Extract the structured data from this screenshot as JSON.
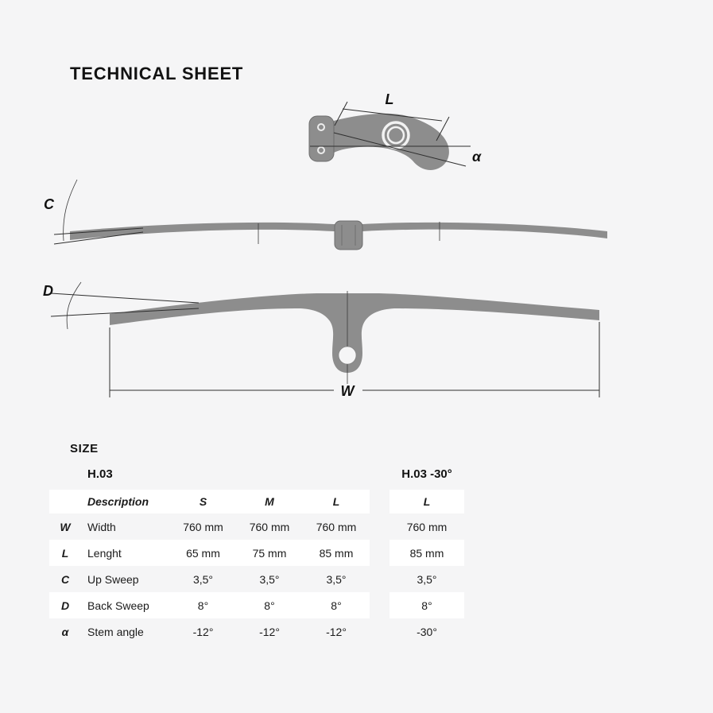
{
  "page": {
    "title": "TECHNICAL SHEET",
    "size_heading": "SIZE"
  },
  "diagram": {
    "labels": {
      "length": "L",
      "alpha": "α",
      "up_sweep": "C",
      "back_sweep": "D",
      "width": "W"
    }
  },
  "table": {
    "group_left": "H.03",
    "group_right": "H.03 -30°",
    "headers": {
      "description": "Description",
      "s": "S",
      "m": "M",
      "l": "L",
      "right": "L"
    },
    "rows": [
      {
        "key": "W",
        "description": "Width",
        "s": "760 mm",
        "m": "760 mm",
        "l": "760 mm",
        "right": "760 mm"
      },
      {
        "key": "L",
        "description": "Lenght",
        "s": "65 mm",
        "m": "75 mm",
        "l": "85 mm",
        "right": "85 mm"
      },
      {
        "key": "C",
        "description": "Up Sweep",
        "s": "3,5°",
        "m": "3,5°",
        "l": "3,5°",
        "right": "3,5°"
      },
      {
        "key": "D",
        "description": "Back Sweep",
        "s": "8°",
        "m": "8°",
        "l": "8°",
        "right": "8°"
      },
      {
        "key": "α",
        "description": "Stem angle",
        "s": "-12°",
        "m": "-12°",
        "l": "-12°",
        "right": "-30°"
      }
    ]
  },
  "colors": {
    "background": "#f5f5f6",
    "bar_fill": "#8d8d8d",
    "row_highlight": "#ffffff"
  }
}
